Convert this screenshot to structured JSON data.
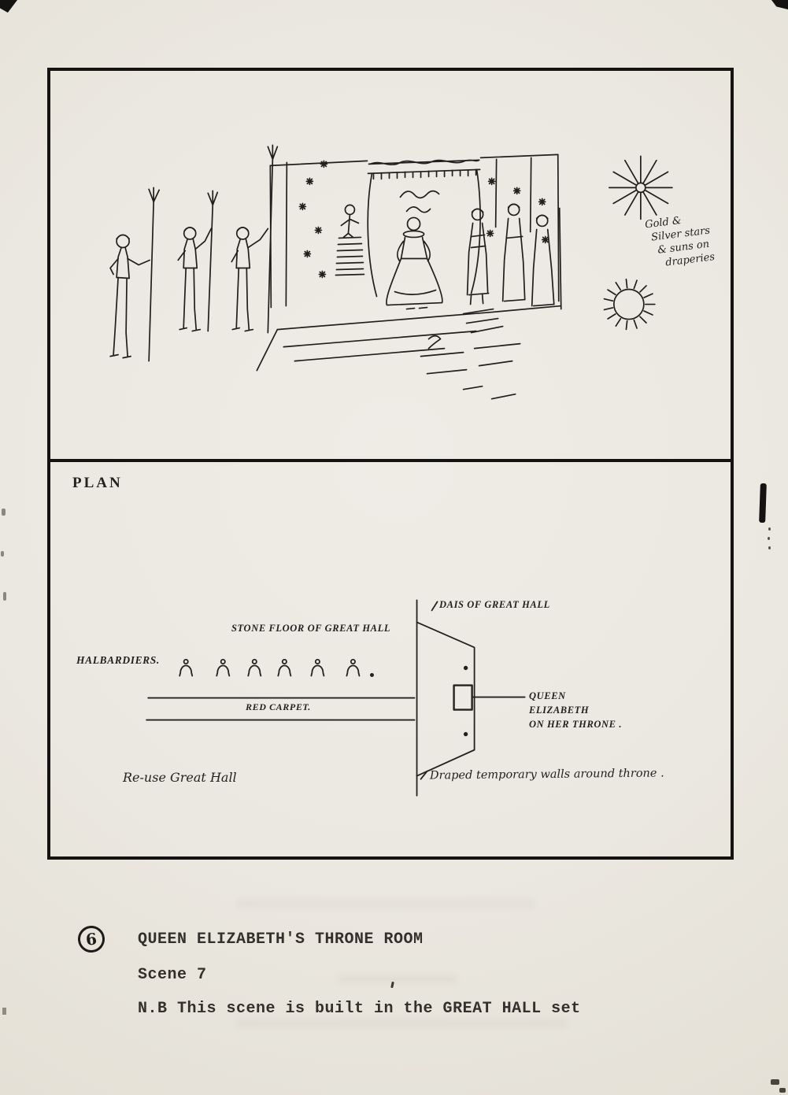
{
  "page": {
    "background": "#ebe8e1",
    "ink": "#201f1c"
  },
  "sketch": {
    "note_lines": [
      "Gold &",
      "Silver stars",
      "& suns on",
      "draperies"
    ]
  },
  "plan": {
    "title": "PLAN",
    "dais_label": "DAIS OF GREAT HALL",
    "stone_floor_label": "STONE FLOOR OF GREAT HALL",
    "halbardiers_label": "HALBARDIERS.",
    "red_carpet_label": "RED CARPET.",
    "queen_label_lines": [
      "QUEEN",
      "ELIZABETH",
      "ON HER THRONE ."
    ],
    "draped_walls_label": "Draped temporary walls around throne .",
    "reuse_label": "Re-use Great Hall"
  },
  "footer": {
    "number": "6",
    "title": "QUEEN ELIZABETH'S THRONE ROOM",
    "scene": "Scene 7",
    "note": "N.B This scene is built in the GREAT HALL set"
  }
}
